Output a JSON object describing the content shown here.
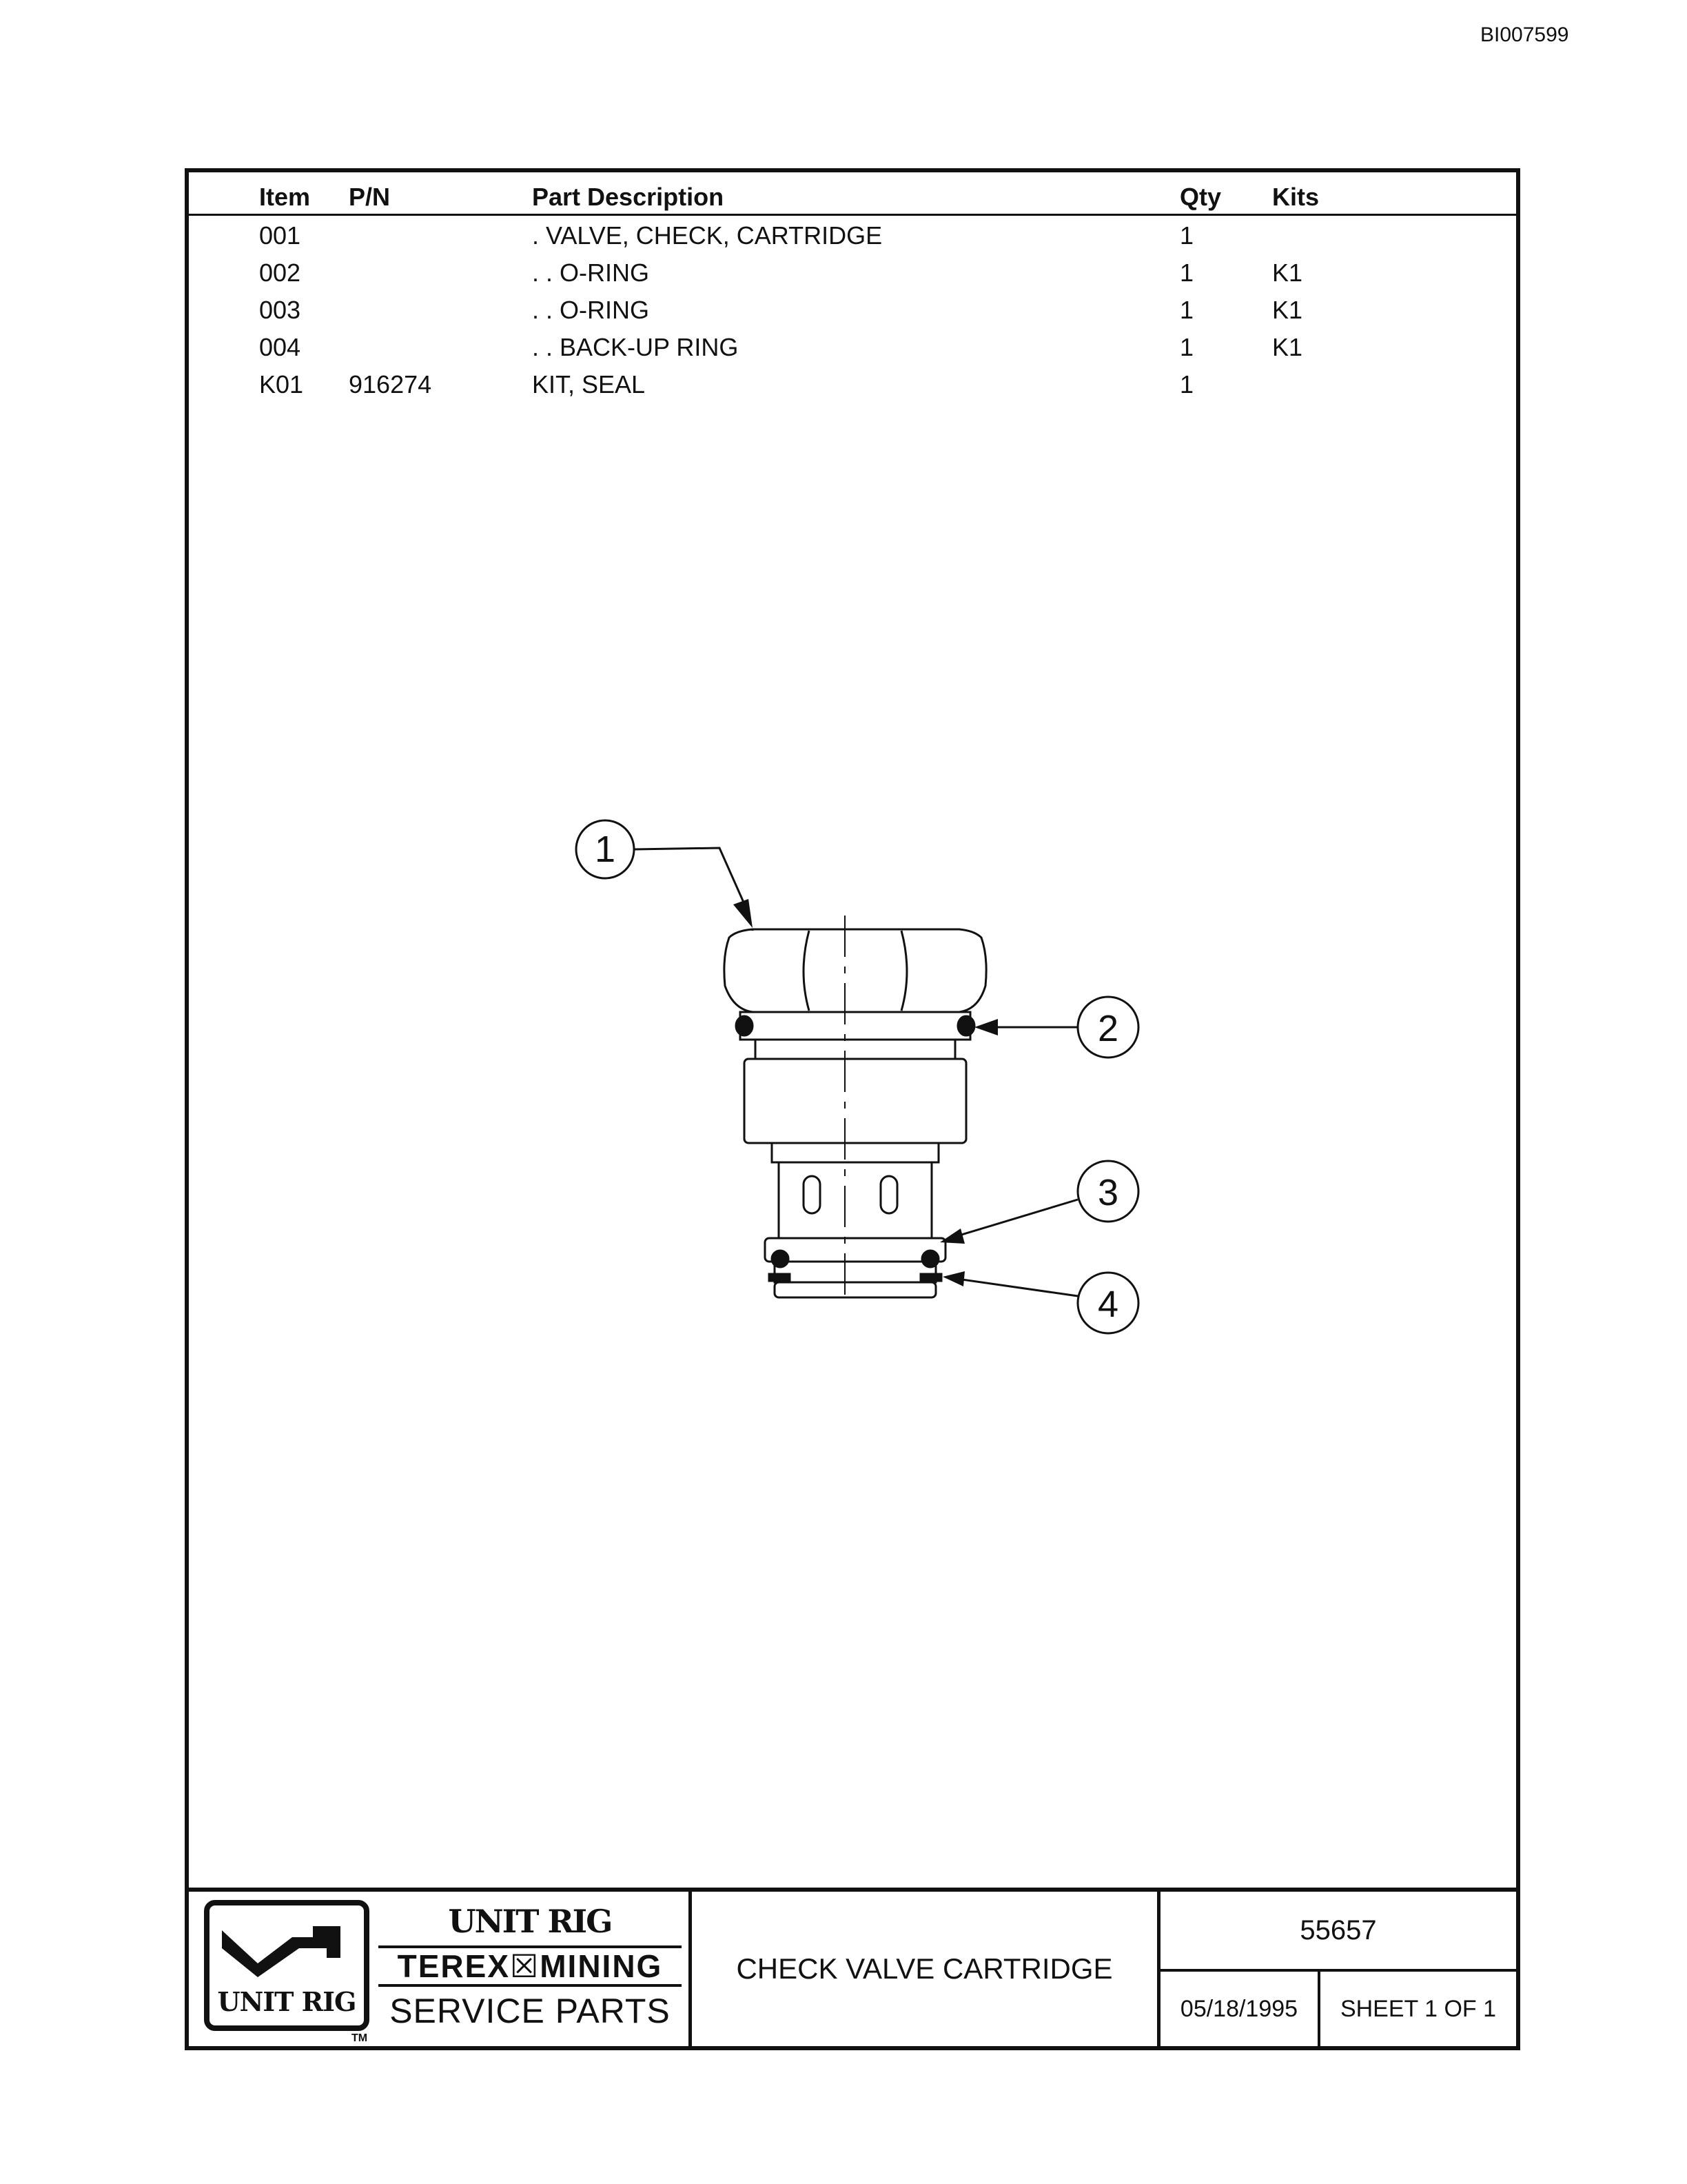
{
  "document": {
    "id": "BI007599"
  },
  "parts_table": {
    "headers": {
      "item": "Item",
      "pn": "P/N",
      "description": "Part Description",
      "qty": "Qty",
      "kits": "Kits"
    },
    "rows": [
      {
        "item": "001",
        "pn": "",
        "description": ". VALVE, CHECK, CARTRIDGE",
        "qty": "1",
        "kits": ""
      },
      {
        "item": "002",
        "pn": "",
        "description": ". . O-RING",
        "qty": "1",
        "kits": "K1"
      },
      {
        "item": "003",
        "pn": "",
        "description": ". . O-RING",
        "qty": "1",
        "kits": "K1"
      },
      {
        "item": "004",
        "pn": "",
        "description": ". . BACK-UP RING",
        "qty": "1",
        "kits": "K1"
      },
      {
        "item": "K01",
        "pn": "916274",
        "description": "KIT, SEAL",
        "qty": "1",
        "kits": ""
      }
    ]
  },
  "callouts": [
    "1",
    "2",
    "3",
    "4"
  ],
  "title_block": {
    "logo_text": "UNIT RIG",
    "brand_line_1": "UNIT RIG",
    "brand_line_2": "TEREX☒MINING",
    "brand_line_3": "SERVICE PARTS",
    "trademark": "TM",
    "title": "CHECK VALVE CARTRIDGE",
    "drawing_number": "55657",
    "date": "05/18/1995",
    "sheet": "SHEET 1 OF 1"
  }
}
